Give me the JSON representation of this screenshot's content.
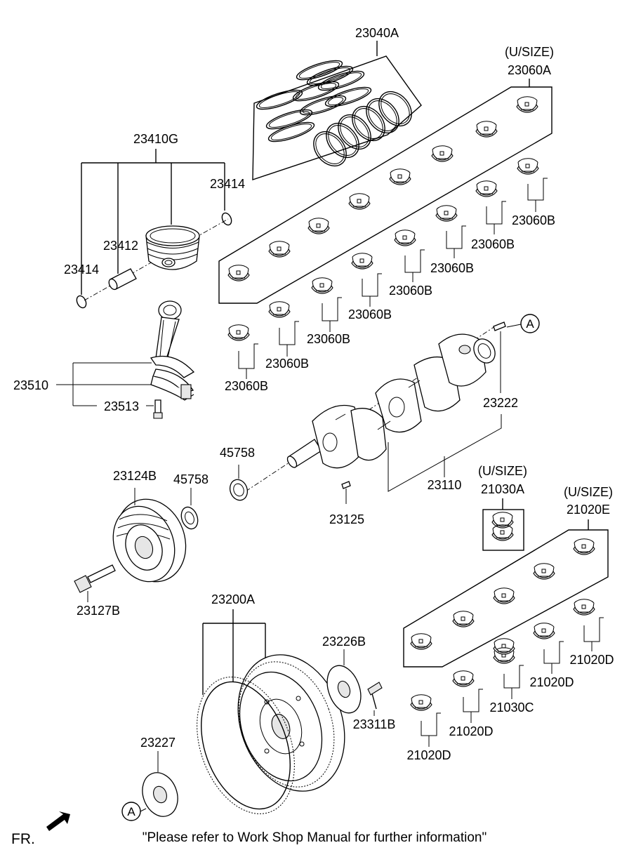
{
  "labels": {
    "l23040A": "23040A",
    "usize": "(U/SIZE)",
    "l23060A": "23060A",
    "l23410G": "23410G",
    "l23414": "23414",
    "l23412": "23412",
    "l23060B": "23060B",
    "l23510": "23510",
    "l23513": "23513",
    "l23222": "23222",
    "l45758": "45758",
    "l23124B": "23124B",
    "l23110": "23110",
    "l21030A": "21030A",
    "l21020E": "21020E",
    "l23125": "23125",
    "l23127B": "23127B",
    "l23200A": "23200A",
    "l23226B": "23226B",
    "l21020D": "21020D",
    "l21030C": "21030C",
    "l23311B": "23311B",
    "l23227": "23227"
  },
  "callout_A": "A",
  "fr_label": "FR.",
  "footer_note": "\"Please refer to Work Shop Manual for further information\""
}
